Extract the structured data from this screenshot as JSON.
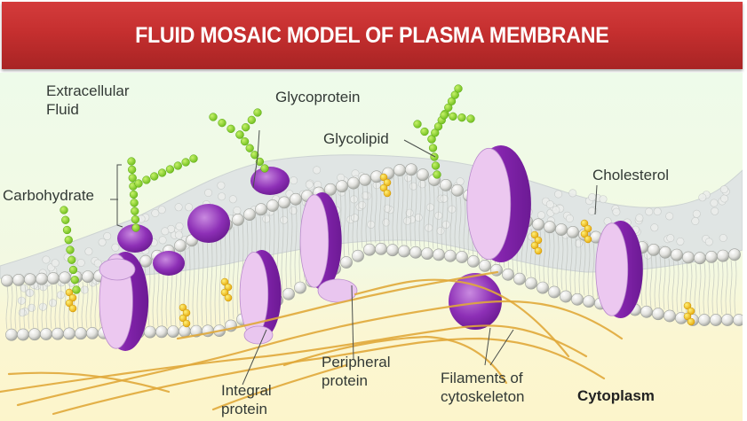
{
  "title": "FLUID MOSAIC MODEL OF PLASMA MEMBRANE",
  "colors": {
    "title_bar": "#c52f2f",
    "extracellular_bg": "#eefbea",
    "cytoplasm_bg": "#fcf6cf",
    "phospholipid_head": "#e6e6e2",
    "protein_dark": "#8a2bb0",
    "protein_light": "#ecc8f0",
    "carbohydrate": "#8bd22e",
    "cholesterol": "#f0c21a",
    "filament": "#e0a83a"
  },
  "labels": {
    "extracellular_line1": "Extracellular",
    "extracellular_line2": "Fluid",
    "glycoprotein": "Glycoprotein",
    "glycolipid": "Glycolipid",
    "carbohydrate": "Carbohydrate",
    "cholesterol": "Cholesterol",
    "peripheral_line1": "Peripheral",
    "peripheral_line2": "protein",
    "integral_line1": "Integral",
    "integral_line2": "protein",
    "filaments_line1": "Filaments of",
    "filaments_line2": "cytoskeleton",
    "cytoplasm": "Cytoplasm"
  },
  "components": [
    "phospholipid-bilayer",
    "integral-protein",
    "peripheral-protein",
    "glycoprotein",
    "glycolipid",
    "carbohydrate-chain",
    "cholesterol",
    "cytoskeleton-filament"
  ]
}
